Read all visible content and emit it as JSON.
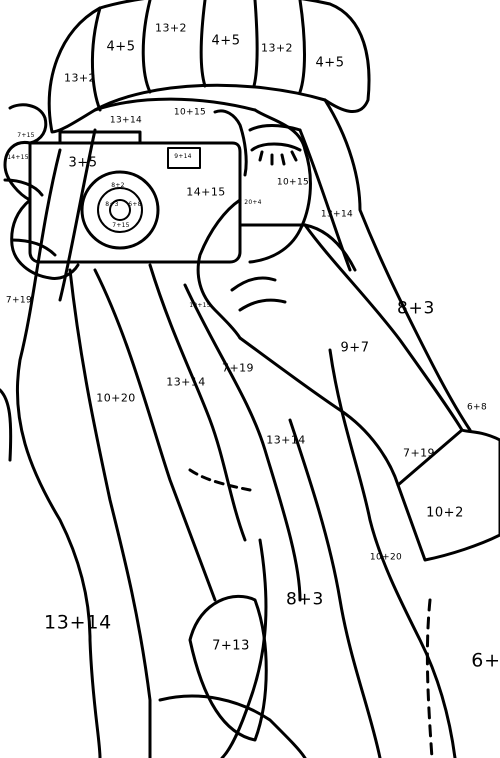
{
  "colors": {
    "line": "#000000",
    "fill": "#ffffff"
  },
  "labels": {
    "hat_1": "13+2",
    "hat_2": "4+5",
    "hat_3": "4+5",
    "hat_4": "13+2",
    "hat_5": "4+5",
    "hat_6": "13+2",
    "hair_top_1": "13+14",
    "hair_top_2": "10+15",
    "finger_tip": "7+15",
    "camera_side": "14+15",
    "camera_body": "3+5",
    "camera_flash": "9+14",
    "lens_top": "8+2",
    "lens_left": "8+3",
    "lens_right": "6+8",
    "lens_bottom": "7+15",
    "face": "14+15",
    "hair_right_1": "10+15",
    "eye_area": "20+4",
    "hair_right_2": "13+14",
    "hand_small": "10+15",
    "left_edge": "7+19",
    "arm_right": "8+3",
    "hand_back": "9+7",
    "hair_mid_1": "7+19",
    "hair_mid_2": "13+14",
    "hair_left": "10+20",
    "right_edge": "6+8",
    "hair_mid_3": "13+14",
    "sleeve_1": "7+19",
    "cuff": "10+2",
    "hair_low": "10+20",
    "body_left": "13+14",
    "hair_strand": "8+3",
    "leaf": "7+13",
    "bottom_right": "6+"
  }
}
